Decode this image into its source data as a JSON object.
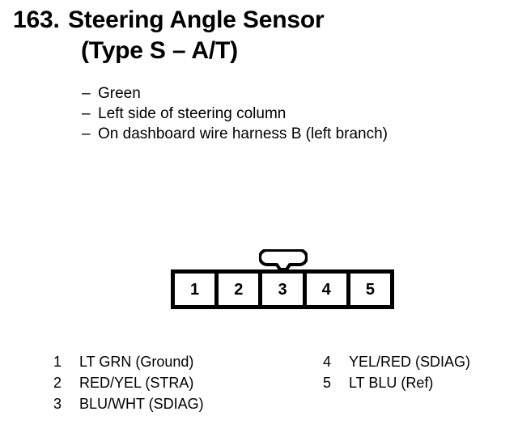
{
  "document": {
    "background_color": "#ffffff",
    "ink_color": "#000000"
  },
  "heading": {
    "number": "163.",
    "line1": "Steering Angle Sensor",
    "line2": "(Type S – A/T)"
  },
  "specs": {
    "dash": "–",
    "items": [
      {
        "text": "Green"
      },
      {
        "text": "Left side of steering column"
      },
      {
        "text": "On dashboard wire harness B (left branch)"
      }
    ]
  },
  "connector": {
    "name": "5-pin connector housing",
    "tab_name": "latch-tab",
    "pins": [
      {
        "number": "1"
      },
      {
        "number": "2"
      },
      {
        "number": "3"
      },
      {
        "number": "4"
      },
      {
        "number": "5"
      }
    ]
  },
  "legend": {
    "left_column": [
      {
        "pin": "1",
        "label": "LT GRN (Ground)"
      },
      {
        "pin": "2",
        "label": "RED/YEL (STRA)"
      },
      {
        "pin": "3",
        "label": "BLU/WHT (SDIAG)"
      }
    ],
    "right_column": [
      {
        "pin": "4",
        "label": "YEL/RED (SDIAG)"
      },
      {
        "pin": "5",
        "label": "LT BLU (Ref)"
      }
    ]
  }
}
